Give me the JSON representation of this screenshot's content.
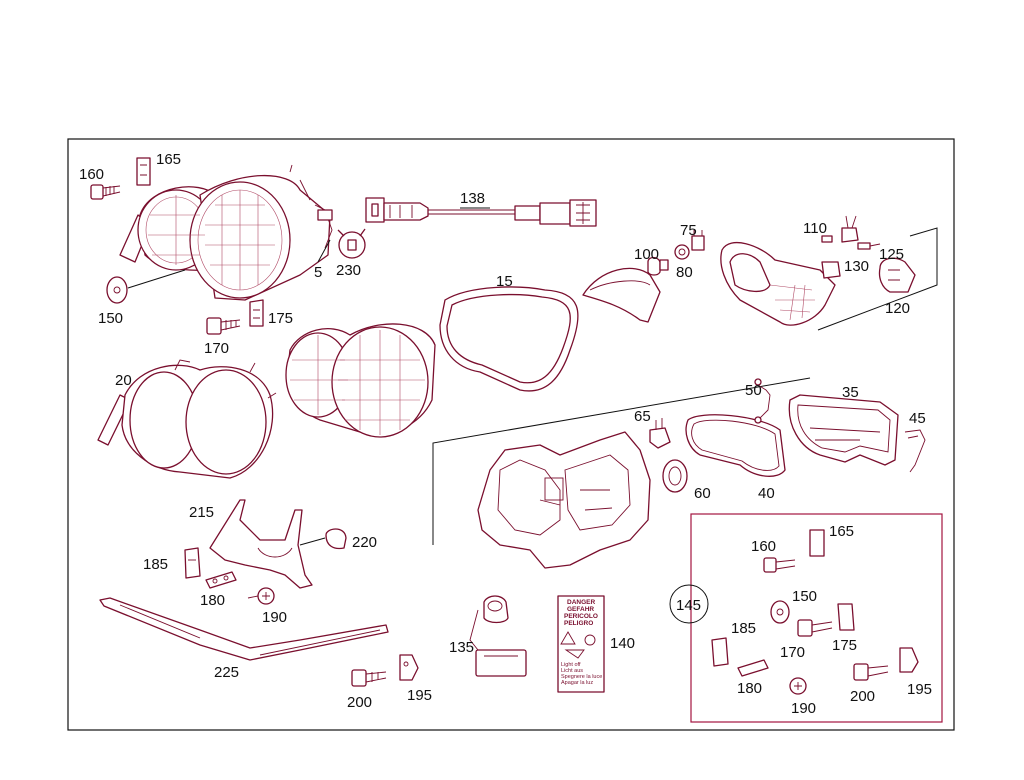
{
  "labels": {
    "p5": "5",
    "p15": "15",
    "p20": "20",
    "p35": "35",
    "p40": "40",
    "p45": "45",
    "p50": "50",
    "p60": "60",
    "p65": "65",
    "p75": "75",
    "p80": "80",
    "p100": "100",
    "p110": "110",
    "p120": "120",
    "p125": "125",
    "p130": "130",
    "p135": "135",
    "p138": "138",
    "p140": "140",
    "p145": "145",
    "p150": "150",
    "p160": "160",
    "p165": "165",
    "p170": "170",
    "p175": "175",
    "p180": "180",
    "p185": "185",
    "p190": "190",
    "p195": "195",
    "p200": "200",
    "p215": "215",
    "p220": "220",
    "p225": "225",
    "p230": "230"
  },
  "warning_label": {
    "lines": [
      "DANGER",
      "GEFAHR",
      "PERICOLO",
      "PELIGRO"
    ],
    "footer": [
      "Light off",
      "Licht aus",
      "Spegnere la luce",
      "Apagar la luz"
    ]
  },
  "colors": {
    "line": "#7a0f2e",
    "frame": "#111111",
    "kit_box": "#a3153f"
  }
}
